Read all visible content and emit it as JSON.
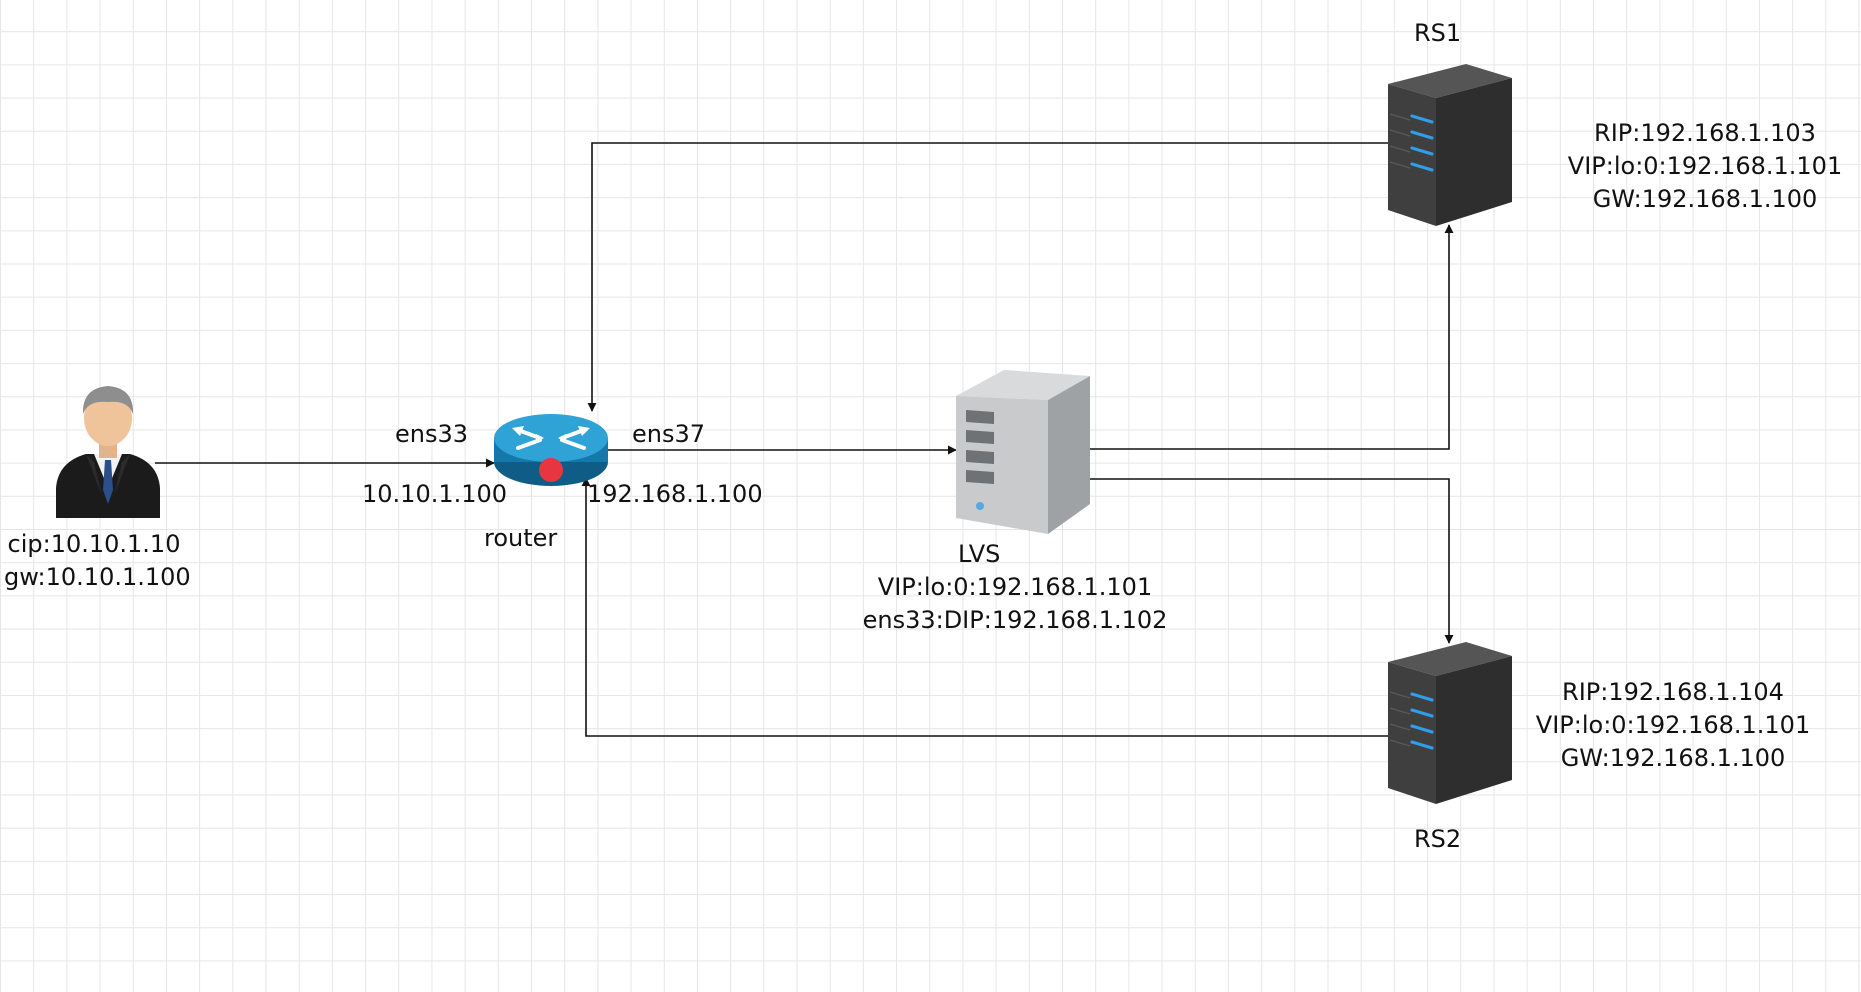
{
  "client": {
    "icon": "user-icon",
    "lines": [
      "cip:10.10.1.10",
      "gw:10.10.1.100"
    ]
  },
  "router": {
    "icon": "router-icon",
    "name": "router",
    "left_port": "ens33",
    "left_ip": "10.10.1.100",
    "right_port": "ens37",
    "right_ip": "192.168.1.100"
  },
  "lvs": {
    "icon": "server-tower-icon",
    "name": "LVS",
    "lines": [
      "VIP:lo:0:192.168.1.101",
      "ens33:DIP:192.168.1.102"
    ]
  },
  "rs1": {
    "icon": "server-rack-icon",
    "name": "RS1",
    "lines": [
      "RIP:192.168.1.103",
      "VIP:lo:0:192.168.1.101",
      "GW:192.168.1.100"
    ]
  },
  "rs2": {
    "icon": "server-rack-icon",
    "name": "RS2",
    "lines": [
      "RIP:192.168.1.104",
      "VIP:lo:0:192.168.1.101",
      "GW:192.168.1.100"
    ]
  },
  "colors": {
    "line": "#111111",
    "grid": "#e6e6e6",
    "router_body": "#1e8fc4",
    "router_dot": "#e83540",
    "rack_body": "#3a3a3a",
    "rack_led": "#2f9de8"
  }
}
